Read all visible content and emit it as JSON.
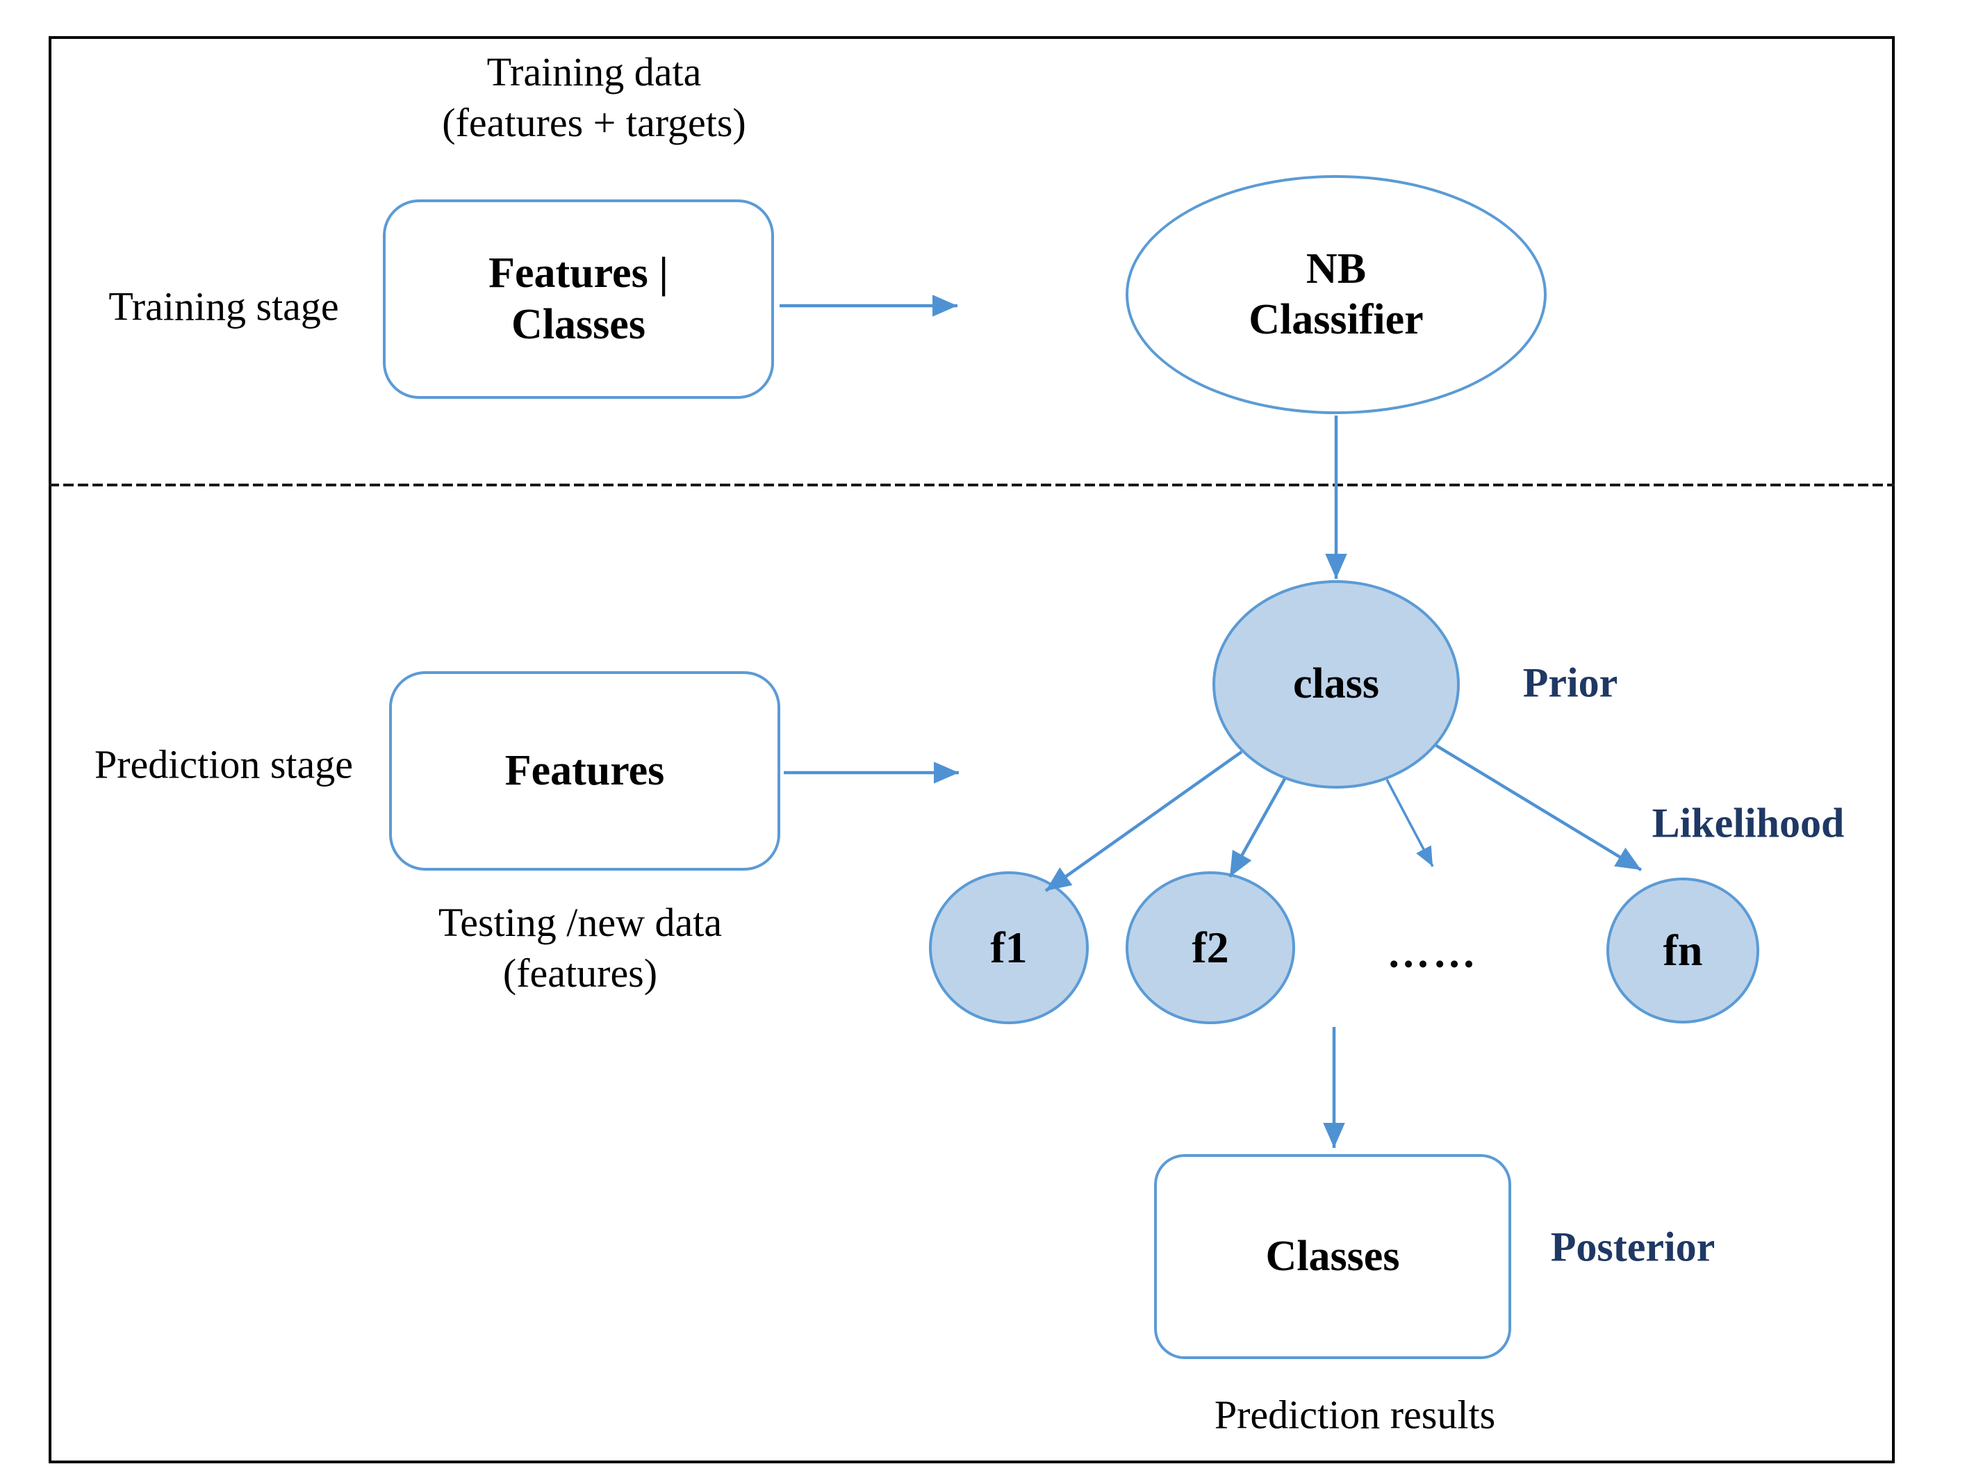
{
  "diagram": {
    "training_caption_line1": "Training data",
    "training_caption_line2": "(features + targets)",
    "training_stage_label": "Training stage",
    "prediction_stage_label": "Prediction stage",
    "features_classes_box_line1": "Features |",
    "features_classes_box_line2": "Classes",
    "nb_node_line1": "NB",
    "nb_node_line2": "Classifier",
    "class_node_label": "class",
    "prior_label": "Prior",
    "likelihood_label": "Likelihood",
    "posterior_label": "Posterior",
    "feature_nodes": [
      "f1",
      "f2",
      "fn"
    ],
    "ellipsis_dots": "……",
    "prediction_box_label": "Features",
    "testing_caption_line1": "Testing /new data",
    "testing_caption_line2": "(features)",
    "classes_box_label": "Classes",
    "prediction_results_label": "Prediction results",
    "colors": {
      "shape_stroke": "#5B9BD5",
      "node_fill": "#BDD3EA",
      "arrow": "#4F92D3",
      "annotation_text": "#1F3864",
      "border": "#000000"
    }
  }
}
